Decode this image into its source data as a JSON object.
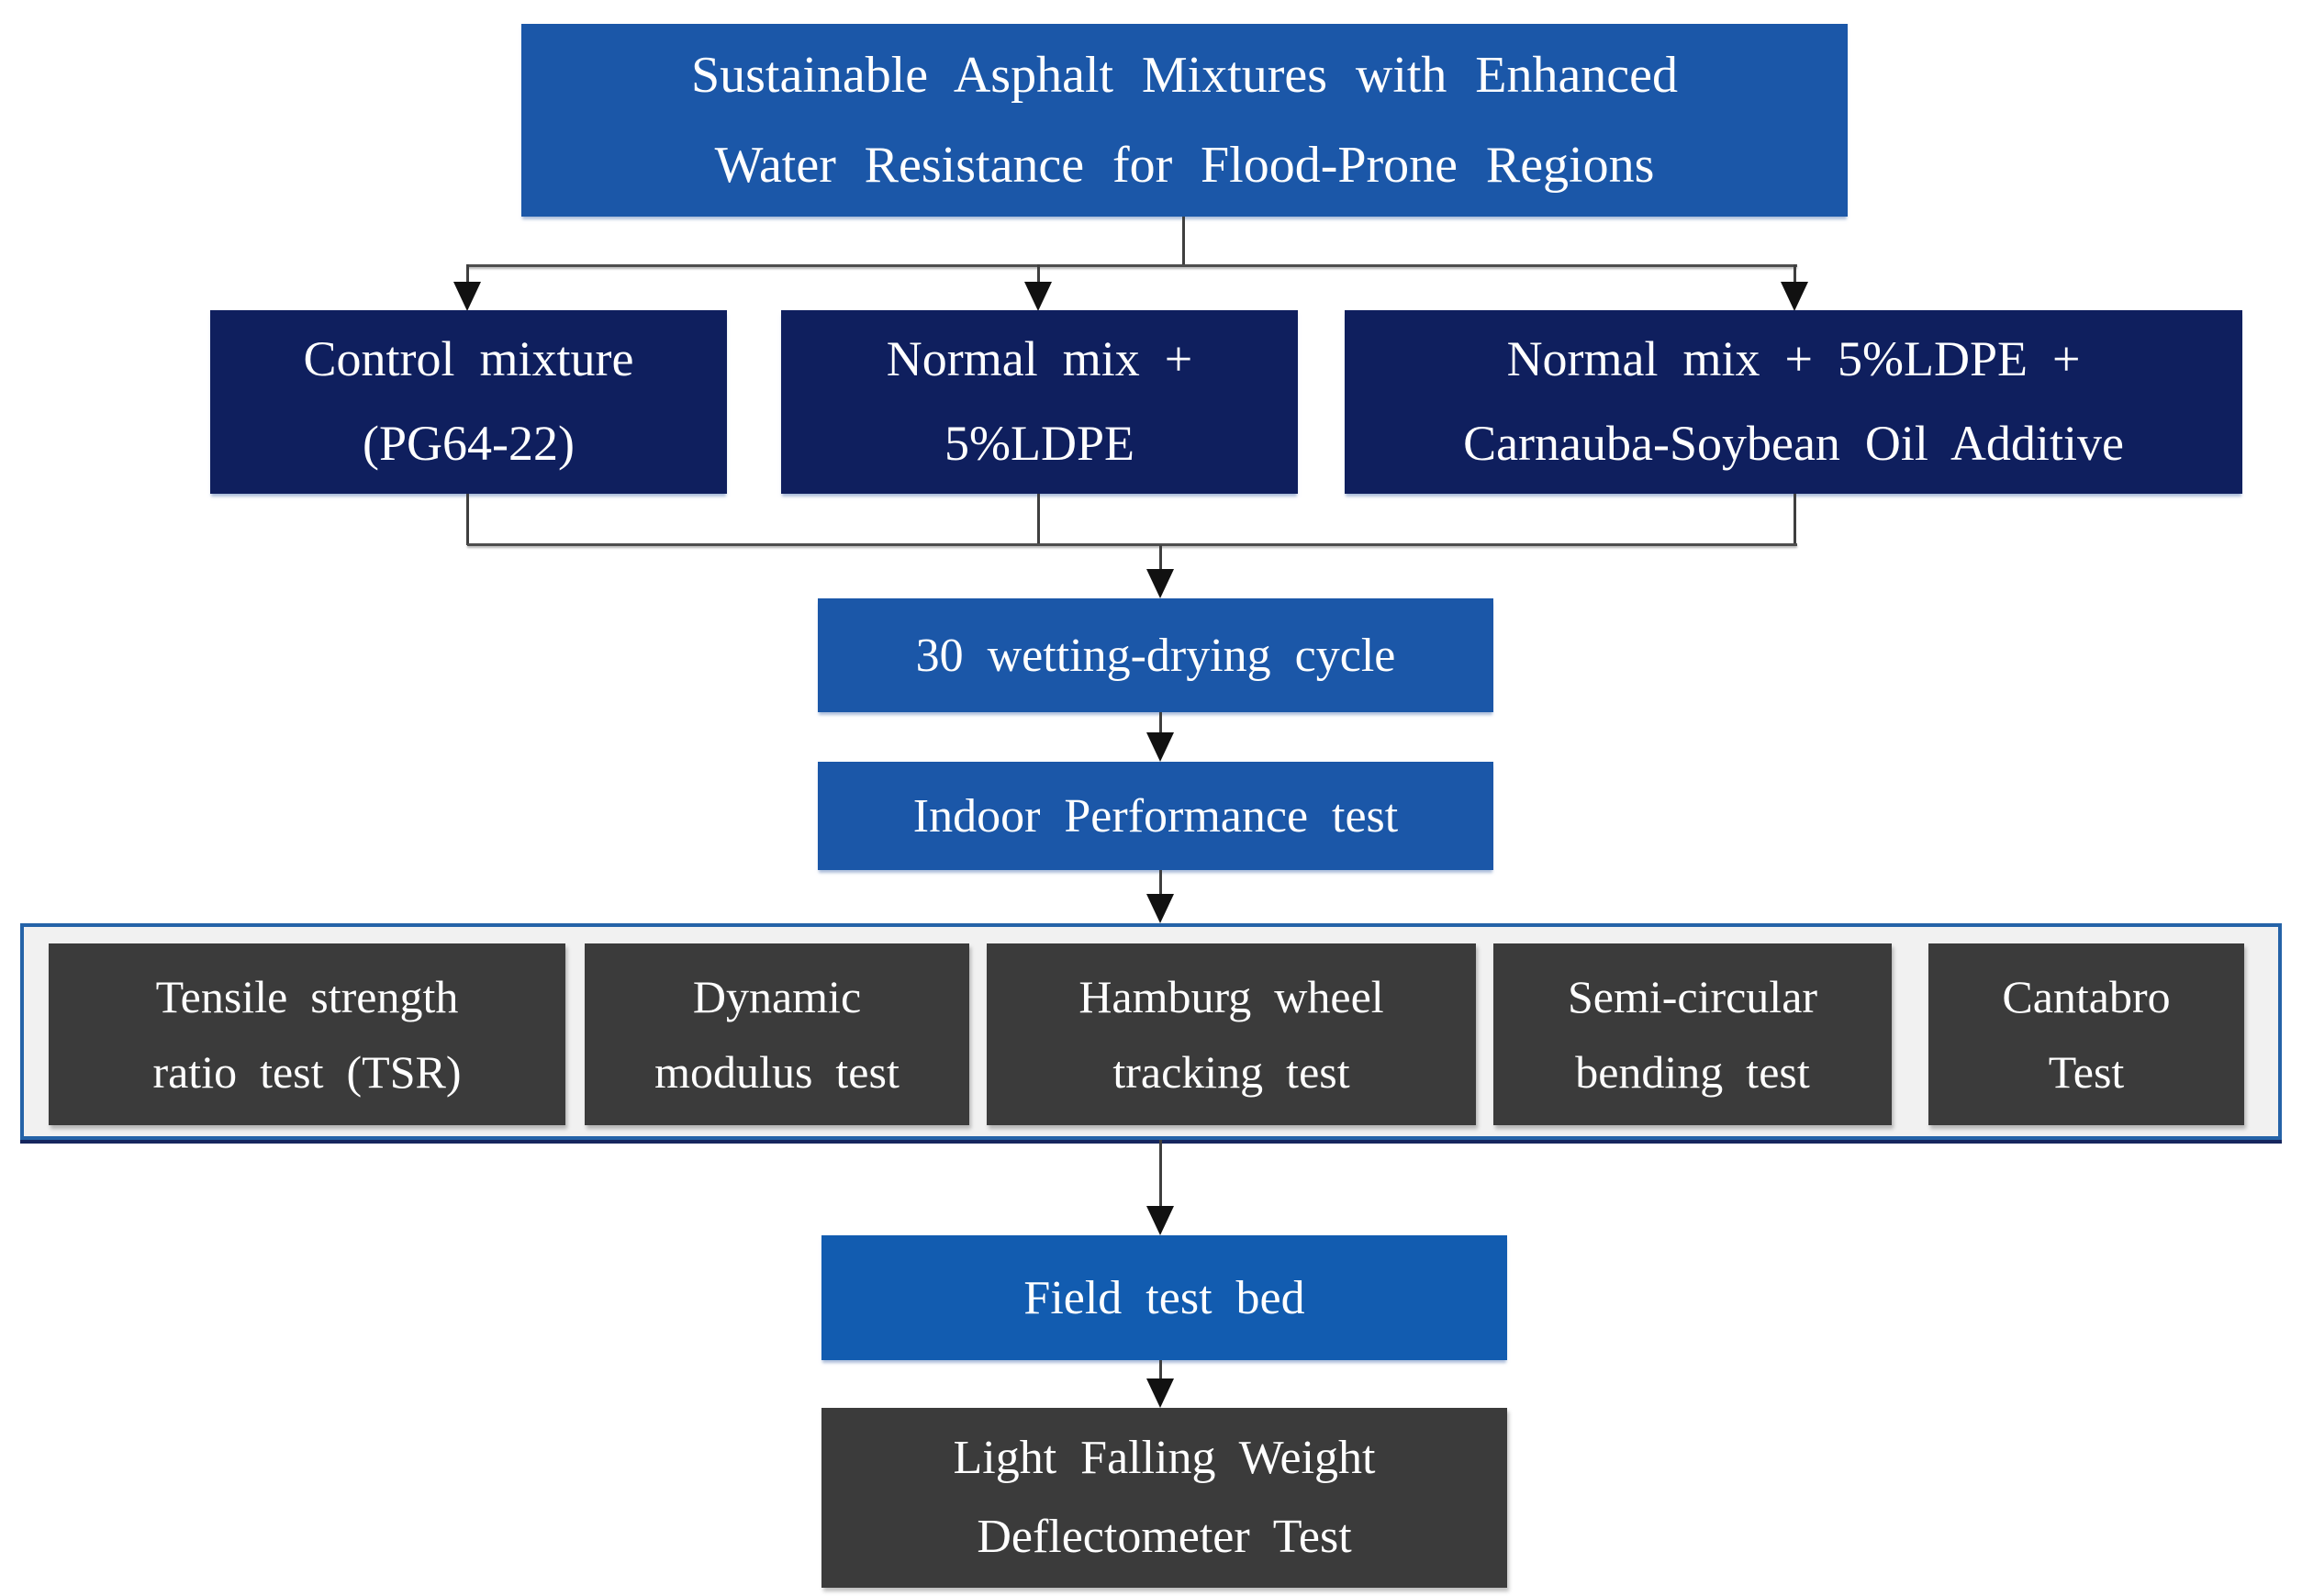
{
  "flow": {
    "title": "Sustainable Asphalt Mixtures with Enhanced\nWater Resistance for Flood-Prone Regions",
    "mixtures": [
      {
        "label": "Control mixture\n(PG64-22)"
      },
      {
        "label": "Normal mix +\n5%LDPE"
      },
      {
        "label": "Normal mix + 5%LDPE +\nCarnauba-Soybean Oil Additive"
      }
    ],
    "conditioning": "30 wetting-drying cycle",
    "indoor": "Indoor Performance test",
    "tests": [
      {
        "label": "Tensile strength\nratio test (TSR)"
      },
      {
        "label": "Dynamic\nmodulus test"
      },
      {
        "label": "Hamburg wheel\ntracking test"
      },
      {
        "label": "Semi-circular\nbending test"
      },
      {
        "label": "Cantabro\nTest"
      }
    ],
    "field": "Field test bed",
    "final": "Light Falling Weight\nDeflectometer Test",
    "colors": {
      "medium_blue": "#1B57A8",
      "dark_navy": "#0F1F5E",
      "dark_gray": "#3B3B3B",
      "field_blue": "#125CB0",
      "container_border_blue": "#2563A8",
      "container_fill": "#F1F1F1",
      "text_white": "#FFFFFF"
    }
  }
}
